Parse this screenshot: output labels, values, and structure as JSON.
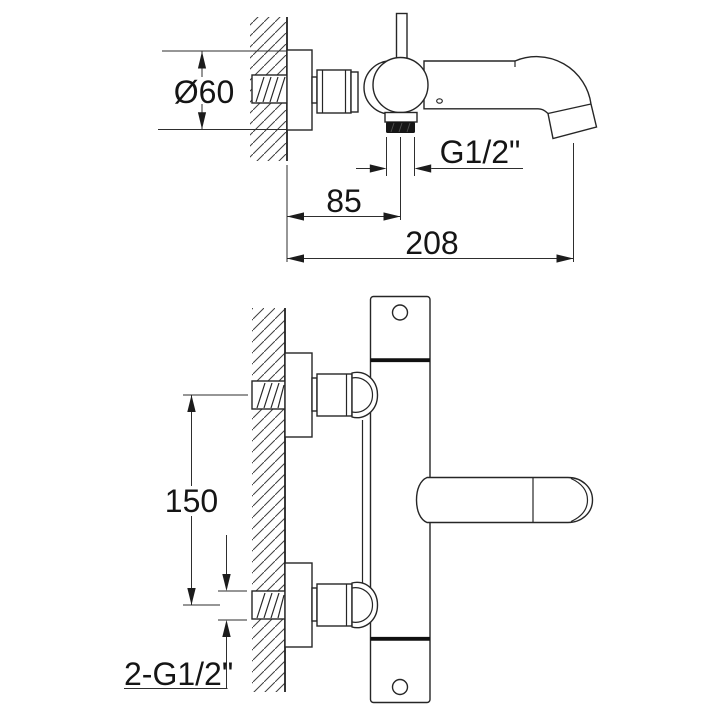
{
  "colors": {
    "line": "#262626",
    "background": "#ffffff",
    "thread_fill": "#161616"
  },
  "top_view": {
    "name": "bath spout side view",
    "labels": {
      "flange_diameter": "Ø60",
      "outlet_thread": "G1/2\"",
      "offset_from_wall": "85",
      "overall_length": "208"
    }
  },
  "bottom_view": {
    "name": "mixer front installation view",
    "labels": {
      "inlet_spacing": "150",
      "inlet_threads": "2-G1/2\""
    }
  }
}
